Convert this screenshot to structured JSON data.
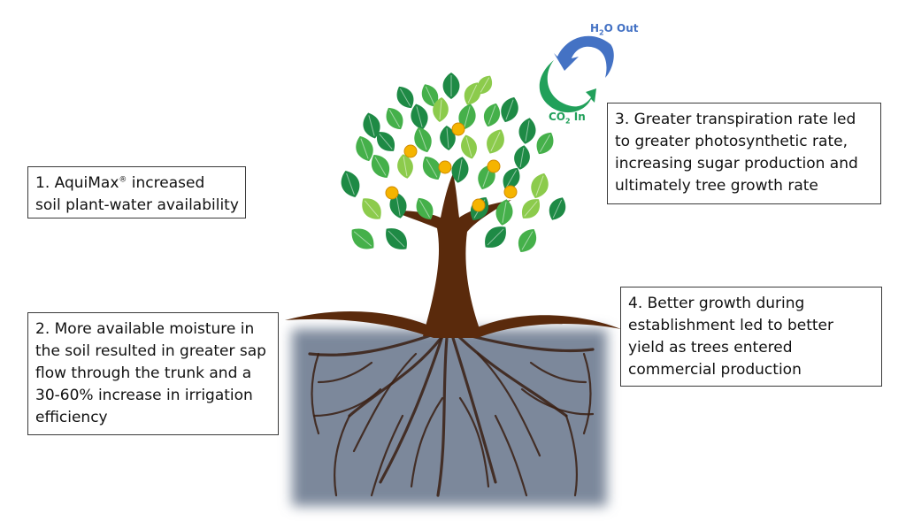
{
  "boxes": {
    "box1": {
      "prefix": "1. AquiMax",
      "reg": "®",
      "suffix": " increased",
      "line2": "soil plant-water availability"
    },
    "box2": {
      "lines": [
        "2. More available moisture in",
        "the soil resulted in greater sap",
        "flow through the trunk and a",
        "30-60% increase in irrigation",
        "efficiency"
      ]
    },
    "box3": {
      "lines": [
        "3. Greater transpiration rate led",
        "to greater photosynthetic rate,",
        "increasing sugar production and",
        "ultimately tree growth rate"
      ]
    },
    "box4": {
      "lines": [
        "4. Better growth during",
        "establishment led to better",
        "yield as trees entered",
        "commercial production"
      ]
    }
  },
  "cycle": {
    "h2o": {
      "pre": "H",
      "sub": "2",
      "post": "O Out"
    },
    "co2": {
      "pre": "CO",
      "sub": "2",
      "post": " In"
    }
  },
  "colors": {
    "soil": "#7b889b",
    "trunk": "#5a2a0c",
    "root": "#3a1f12",
    "leaf_dark": "#1e8a45",
    "leaf_mid": "#45b04a",
    "leaf_light": "#8ccb4c",
    "fruit": "#f5b400",
    "arrow_blue": "#4472C4",
    "arrow_green": "#21A05A"
  },
  "icons": {
    "h2o_arrow": "curved-arrow-icon",
    "co2_arrow": "curved-arrow-icon"
  }
}
